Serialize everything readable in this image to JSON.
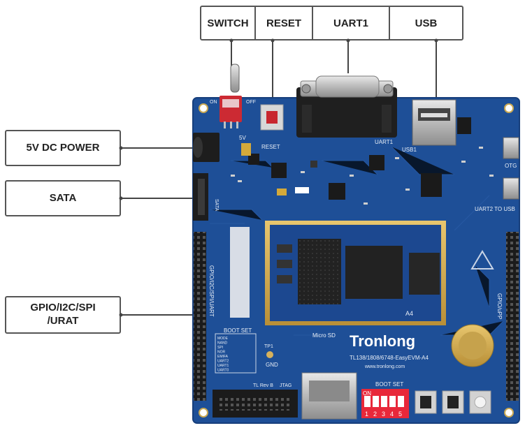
{
  "top_labels": [
    "SWITCH",
    "RESET",
    "UART1",
    "USB"
  ],
  "left_labels": {
    "power": "5V DC POWER",
    "sata": "SATA",
    "gpio_line1": "GPIO/I2C/SPI",
    "gpio_line2": "/URAT"
  },
  "board": {
    "brand": "Tronlong",
    "model": "TL138/1808/6748-EasyEVM-A4",
    "website": "www.tronlong.com",
    "silk_reset": "RESET",
    "silk_uart1": "UART1",
    "silk_usb1": "USB1",
    "silk_otg": "OTG",
    "silk_uart2": "UART2 TO USB",
    "silk_sata": "SATA",
    "silk_gpio_left": "GPIO/I2C/SPI/UART",
    "silk_gpio_right": "GPIO/uPP",
    "silk_boot_set": "BOOT SET",
    "silk_boot_set2": "BOOT SET",
    "silk_micro_sd": "Micro SD",
    "silk_jtag": "JTAG",
    "silk_rev": "TL Rev B",
    "silk_gnd": "GND",
    "silk_tp1": "TP1",
    "silk_on": "ON",
    "silk_off": "OFF",
    "silk_5v": "5V",
    "silk_a4": "A4",
    "dip_numbers": [
      "1",
      "2",
      "3",
      "4",
      "5"
    ],
    "dip_on": "ON",
    "boot_table_rows": [
      "MODE",
      "NAND",
      "SPI",
      "NOR",
      "EMIFA",
      "UART2",
      "UART1",
      "UART0"
    ]
  },
  "colors": {
    "pcb": "#1e4f97",
    "pcb_dark": "#163e7a",
    "gold": "#d8b45a",
    "header": "#1a1a1a",
    "dip_red": "#e8283a"
  }
}
